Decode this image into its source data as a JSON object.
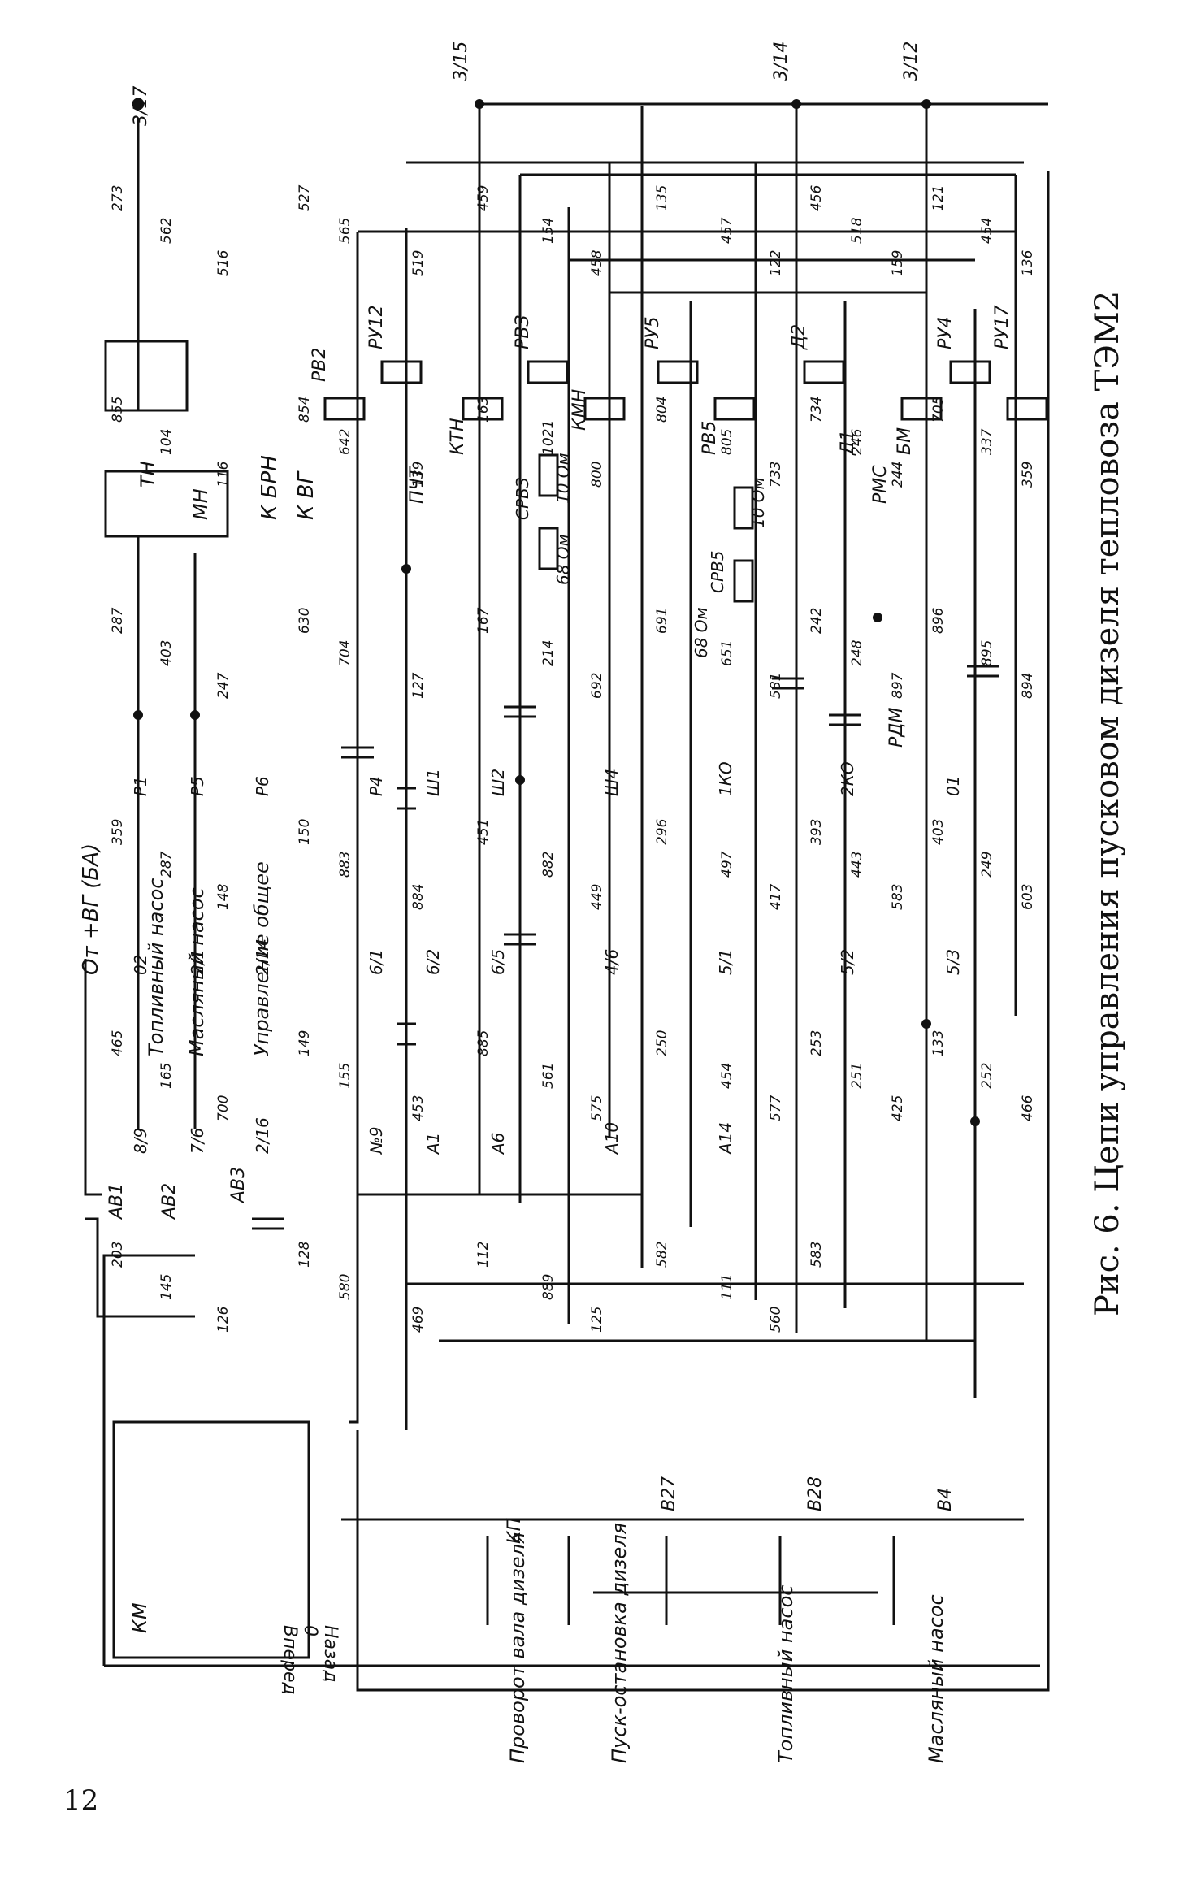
{
  "caption": "Рис. 6. Цепи управления пусковом дизеля тепловоза ТЭМ2",
  "page_number": "12",
  "terminals": {
    "t1": "3/15",
    "t2": "3/14",
    "t3": "3/12",
    "t4": "3/17"
  },
  "power": {
    "source": "От +ВГ (БА)",
    "to_brn": "К БРН",
    "to_vg": "К ВГ",
    "fuel_pump_motor": "ТН",
    "oil_pump_motor": "МН"
  },
  "breakers": {
    "av1": "АВ1",
    "av2": "АВ2",
    "av3": "АВ3",
    "fuel_label": "Топливный насос",
    "oil_label": "Масляный насос",
    "control_label": "Управление общее"
  },
  "switch_labels": {
    "rotate": "Проворот вала дизеля",
    "start_stop": "Пуск-остановка дизеля",
    "fuel_pump": "Топливный насос",
    "oil_pump": "Масляный насос",
    "kp": "КП",
    "v27": "В27",
    "v28": "В28",
    "v4": "В4",
    "km": "КМ",
    "forward": "Вперед",
    "zero": "0",
    "back": "Назад"
  },
  "coils": {
    "rv2": "РВ2",
    "ru12": "РУ12",
    "ktn": "КТН",
    "rv3": "РВЗ",
    "kmn": "КМН",
    "ru5": "РУ5",
    "rv5": "РВ5",
    "d2": "Д2",
    "d1": "Д1",
    "bm": "БМ",
    "ru4": "РУ4",
    "ru17": "РУ17",
    "pcht": "ПЧТ",
    "rms": "РМС",
    "rdm": "РДМ"
  },
  "resistors": {
    "srv3": "СРВЗ",
    "r10a": "10 Ом",
    "r68a": "68 Ом",
    "srv5": "СРВ5",
    "r10b": "10 Ом",
    "r68b": "68 Ом"
  },
  "wires": [
    "273",
    "562",
    "516",
    "527",
    "565",
    "519",
    "459",
    "154",
    "458",
    "135",
    "457",
    "122",
    "456",
    "518",
    "159",
    "121",
    "454",
    "136",
    "855",
    "104",
    "116",
    "854",
    "642",
    "139",
    "163",
    "1021",
    "800",
    "804",
    "805",
    "733",
    "734",
    "246",
    "244",
    "705",
    "337",
    "359",
    "287",
    "403",
    "247",
    "630",
    "704",
    "127",
    "167",
    "214",
    "692",
    "691",
    "651",
    "581",
    "242",
    "248",
    "897",
    "896",
    "895",
    "894",
    "359",
    "287",
    "148",
    "150",
    "883",
    "884",
    "451",
    "882",
    "449",
    "296",
    "497",
    "417",
    "393",
    "443",
    "583",
    "403",
    "249",
    "603",
    "465",
    "165",
    "700",
    "149",
    "155",
    "453",
    "885",
    "561",
    "575",
    "250",
    "454",
    "577",
    "253",
    "251",
    "425",
    "133",
    "252",
    "466",
    "203",
    "145",
    "126",
    "128",
    "580",
    "469",
    "112",
    "889",
    "125",
    "582",
    "111",
    "560",
    "583"
  ],
  "connectors": [
    "Р1",
    "Р5",
    "Р6",
    "Р4",
    "Ш1",
    "Ш2",
    "Ш4",
    "1КО",
    "2КО",
    "01",
    "02",
    "2/1",
    "2/14",
    "6/1",
    "6/2",
    "6/5",
    "4/6",
    "5/1",
    "5/2",
    "5/3",
    "8/9",
    "7/6",
    "2/16",
    "№9",
    "А1",
    "А6",
    "А10",
    "А14"
  ]
}
